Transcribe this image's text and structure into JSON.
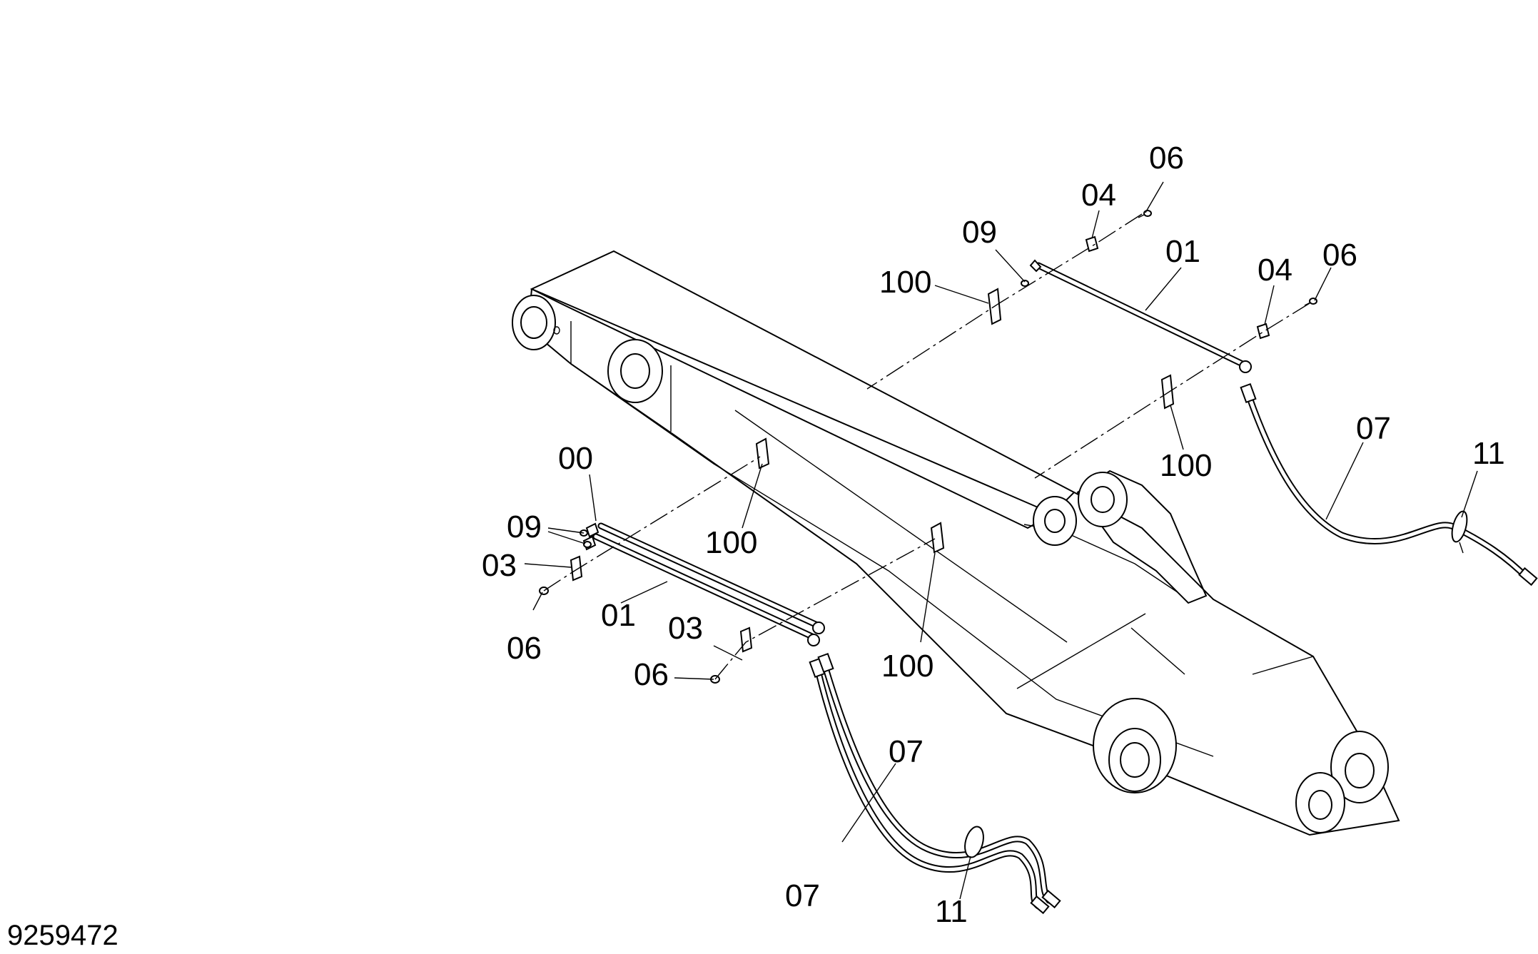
{
  "document_number": "9259472",
  "callouts": [
    {
      "text": "06"
    },
    {
      "text": "04"
    },
    {
      "text": "09"
    },
    {
      "text": "01"
    },
    {
      "text": "100"
    },
    {
      "text": "04"
    },
    {
      "text": "06"
    },
    {
      "text": "100"
    },
    {
      "text": "07"
    },
    {
      "text": "11"
    },
    {
      "text": "00"
    },
    {
      "text": "09"
    },
    {
      "text": "100"
    },
    {
      "text": "03"
    },
    {
      "text": "01"
    },
    {
      "text": "06"
    },
    {
      "text": "03"
    },
    {
      "text": "06"
    },
    {
      "text": "100"
    },
    {
      "text": "07"
    },
    {
      "text": "07"
    },
    {
      "text": "11"
    }
  ]
}
